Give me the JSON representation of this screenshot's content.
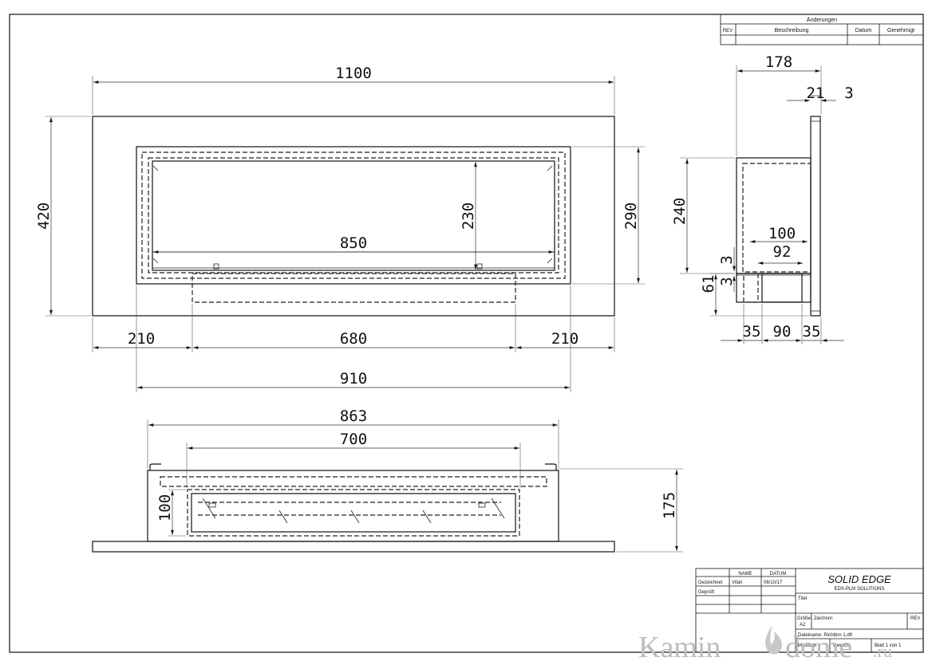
{
  "dimensions": {
    "front_width": "1100",
    "front_height": "420",
    "opening_height": "290",
    "inner_height": "230",
    "inner_width": "850",
    "side_left": "210",
    "burner_width": "680",
    "side_right": "210",
    "opening_width": "910",
    "side_depth": "178",
    "side_plate": "21",
    "side_thin": "3",
    "side_height": "240",
    "side_100": "100",
    "side_92": "92",
    "side_3a": "3",
    "side_3b": "3",
    "side_61": "61",
    "side_35a": "35",
    "side_90": "90",
    "side_35b": "35",
    "top_width": "863",
    "top_inner": "700",
    "top_depth_small": "100",
    "top_depth": "175"
  },
  "revision_table": {
    "title": "Änderungen",
    "col_rev": "REV",
    "col_desc": "Beschreibung",
    "col_date": "Datum",
    "col_approved": "Genehmigt"
  },
  "title_block": {
    "col_name": "NAME",
    "col_date": "DATUM",
    "row_drawn": "Gezeichnet",
    "drawn_name": "Vitali",
    "drawn_date": "06/10/17",
    "row_checked": "Geprüft",
    "logo": "SOLID EDGE",
    "logo_sub": "EDS-PLM SOLUTIONS",
    "title_label": "Titel",
    "size_label": "Größe",
    "size_value": "A2",
    "drawing_no_label": "Zeichnnr.",
    "rev_label": "REV",
    "file_name": "Dateiname: Richtbrn 1.dft",
    "scale_label": "Maßstab",
    "weight_label": "Gewicht",
    "sheet_label": "Blatt 1 von 1"
  },
  "watermark": {
    "part1": "Kamin",
    "part2": "dome",
    "part3": ".ru"
  }
}
